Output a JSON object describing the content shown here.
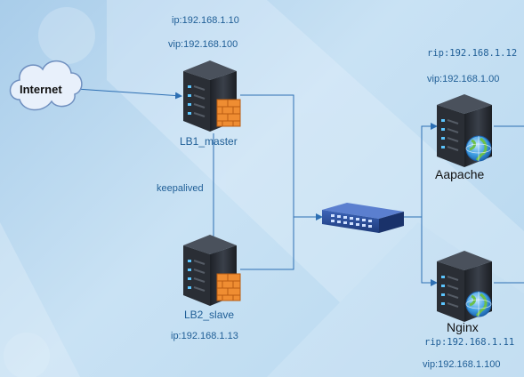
{
  "internet": {
    "label": "Internet"
  },
  "lb1": {
    "ip": "ip:192.168.1.10",
    "vip": "vip:192.168.100",
    "name": "LB1_master"
  },
  "lb2": {
    "name": "LB2_slave",
    "ip": "ip:192.168.1.13"
  },
  "keepalived": {
    "label": "keepalived"
  },
  "apache": {
    "rip": "rip:192.168.1.12",
    "vip": "vip:192.168.1.00",
    "name": "Aapache"
  },
  "nginx": {
    "name": "Nginx",
    "rip": "rip:192.168.1.11",
    "vip": "vip:192.168.1.100"
  },
  "colors": {
    "line": "#2d6fb3",
    "server": "#2b2f36",
    "firewall": "#ef8d32",
    "switch": "#2a4d9a",
    "globe": "#4aa3df"
  }
}
